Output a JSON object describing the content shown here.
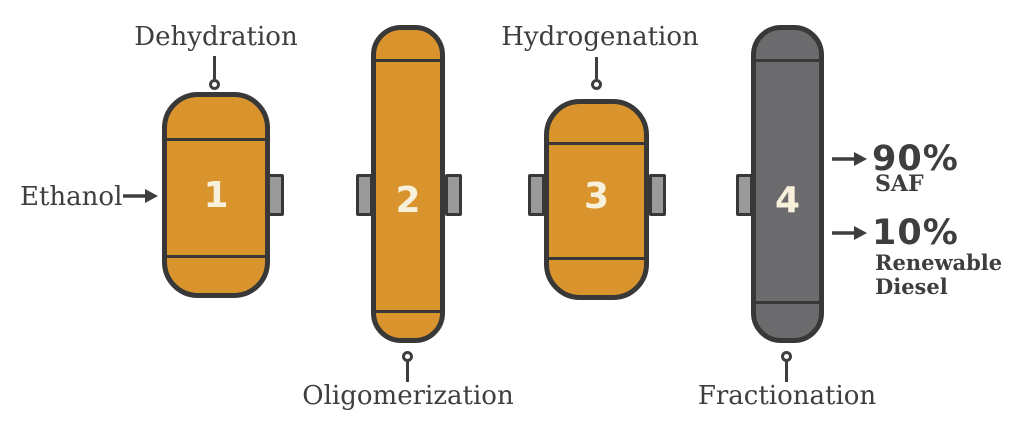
{
  "colors": {
    "vessel_orange": "#d9942e",
    "vessel_dark": "#6b6b6d",
    "pipe_gray": "#9a9a9a",
    "outline": "#383838",
    "text": "#3e3e40",
    "number_text": "#f7f0da",
    "background": "#ffffff"
  },
  "input": {
    "label": "Ethanol"
  },
  "vessels": [
    {
      "number": "1",
      "process": "Dehydration",
      "label_position": "top",
      "fill": "#d9942e"
    },
    {
      "number": "2",
      "process": "Oligomerization",
      "label_position": "bottom",
      "fill": "#d9942e"
    },
    {
      "number": "3",
      "process": "Hydrogenation",
      "label_position": "top",
      "fill": "#d9942e"
    },
    {
      "number": "4",
      "process": "Fractionation",
      "label_position": "bottom",
      "fill": "#6b6b6d"
    }
  ],
  "outputs": [
    {
      "percent": "90%",
      "label": "SAF",
      "label_lines": [
        "SAF"
      ]
    },
    {
      "percent": "10%",
      "label": "Renewable Diesel",
      "label_lines": [
        "Renewable",
        "Diesel"
      ]
    }
  ]
}
